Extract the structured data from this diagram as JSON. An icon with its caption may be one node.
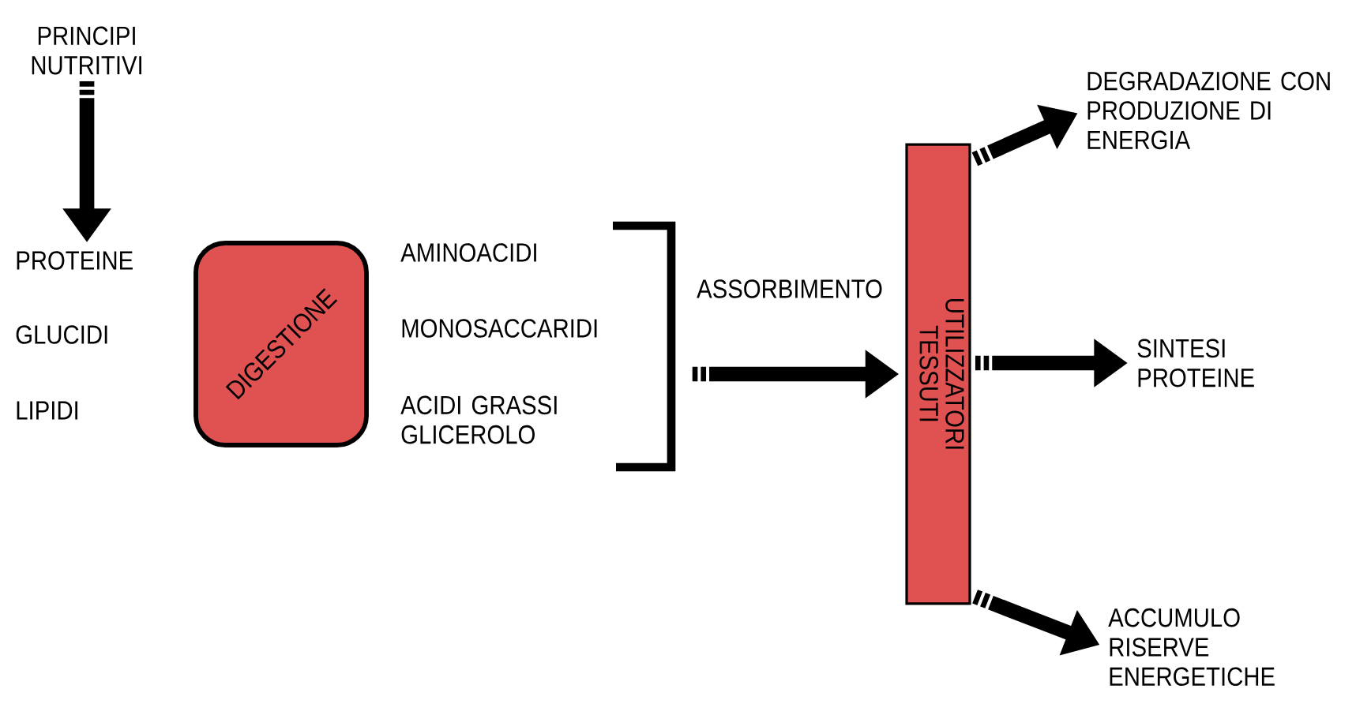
{
  "diagram": {
    "nodes": [
      {
        "text": [
          "PRINCIPI NUTRITIVI"
        ]
      },
      {
        "text": [
          "PROTEINE"
        ]
      },
      {
        "text": [
          "GLUCIDI"
        ]
      },
      {
        "text": [
          "LIPIDI"
        ]
      },
      {
        "text": [
          "DIGESTIONE"
        ]
      },
      {
        "text": [
          "AMINOACIDI"
        ]
      },
      {
        "text": [
          "MONOSACCARIDI"
        ]
      },
      {
        "text": [
          "ACIDI GRASSI GLICEROLO"
        ]
      },
      {
        "text": [
          "TESSUTI",
          "UTILIZZATORI"
        ]
      },
      {
        "text": [
          "DEGRADAZIONE CON PRODUZIONE DI ENERGIA"
        ]
      },
      {
        "text": [
          "SINTESI PROTEINE"
        ]
      },
      {
        "text": [
          "ACCUMULO RISERVE ENERGETICHE"
        ]
      }
    ],
    "edges": [
      {
        "from": 0,
        "to": 1,
        "arrow": "to"
      },
      {
        "from": 6,
        "to": 8,
        "arrow": "to",
        "label": "ASSORBIMENTO"
      },
      {
        "from": 8,
        "to": 9,
        "arrow": "to"
      },
      {
        "from": 8,
        "to": 10,
        "arrow": "to"
      },
      {
        "from": 8,
        "to": 11,
        "arrow": "to"
      }
    ]
  }
}
